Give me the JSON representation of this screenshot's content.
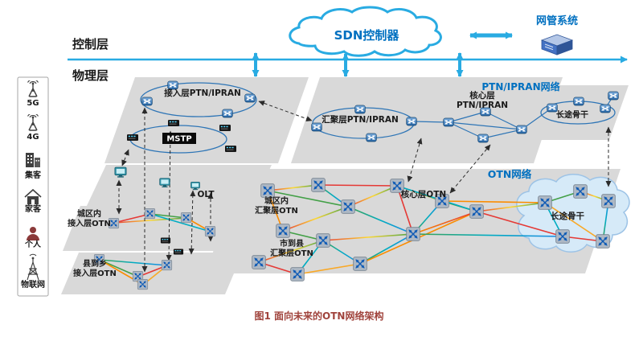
{
  "header": {
    "control_layer_label": "控制层",
    "physical_layer_label": "物理层",
    "sdn_controller_label": "SDN控制器",
    "nms_label": "网管系统"
  },
  "sidebar": {
    "item_5g": "5G",
    "item_4g": "4G",
    "item_group_customer": "集客",
    "item_home_customer": "家客",
    "item_personal": "个人",
    "item_iot": "物联网"
  },
  "ptn": {
    "network_label": "PTN/IPRAN网络",
    "access_label": "接入层PTN/IPRAN",
    "aggregation_label": "汇聚层PTN/IPRAN",
    "core_label_line1": "核心层",
    "core_label_line2": "PTN/IPRAN",
    "backbone_label": "长途骨干",
    "mstp_label": "MSTP",
    "olt_label": "OLT"
  },
  "otn": {
    "network_label": "OTN网络",
    "core_label": "核心层OTN",
    "metro_agg_label_line1": "城区内",
    "metro_agg_label_line2": "汇聚层OTN",
    "county_agg_label_line1": "市到县",
    "county_agg_label_line2": "汇聚层OTN",
    "backbone_label": "长途骨干",
    "metro_access_label_line1": "城区内",
    "metro_access_label_line2": "接入层OTN",
    "county_access_label_line1": "县到乡",
    "county_access_label_line2": "接入层OTN"
  },
  "caption": "图1  面向未来的OTN网络架构",
  "colors": {
    "accent_blue": "#29abe2",
    "label_blue": "#0070c0",
    "plane_gray": "#d9d9d9",
    "caption_red": "#a0433c"
  }
}
